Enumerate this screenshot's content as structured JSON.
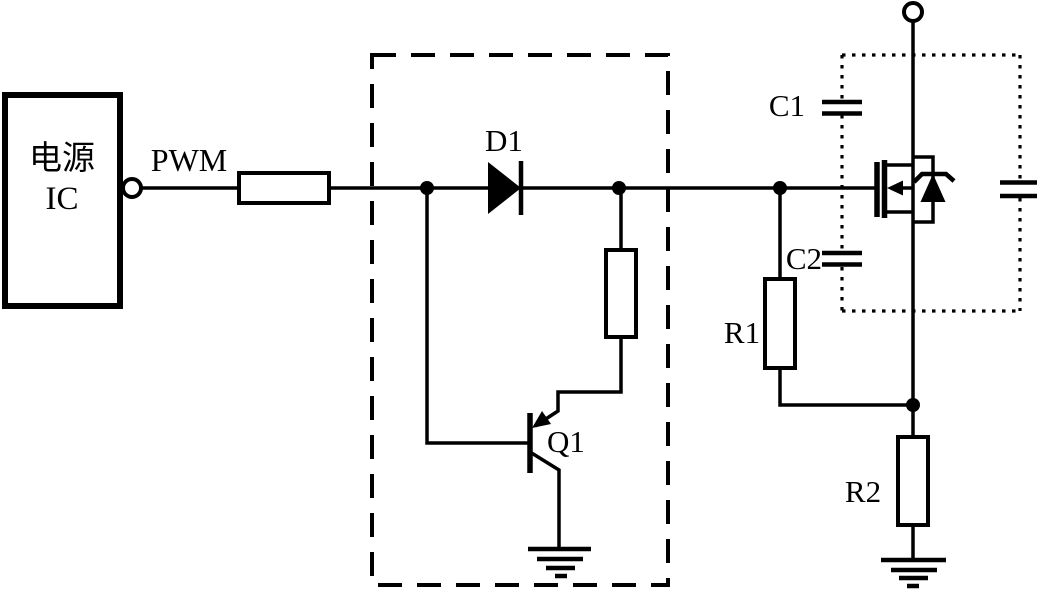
{
  "colors": {
    "ink": "#000000",
    "background": "#ffffff"
  },
  "power_ic": {
    "line1": "电源",
    "line2": "IC"
  },
  "signals": {
    "pwm": "PWM"
  },
  "components": {
    "diode": "D1",
    "transistor": "Q1",
    "cap1": "C1",
    "cap2": "C2",
    "res1": "R1",
    "res2": "R2"
  }
}
